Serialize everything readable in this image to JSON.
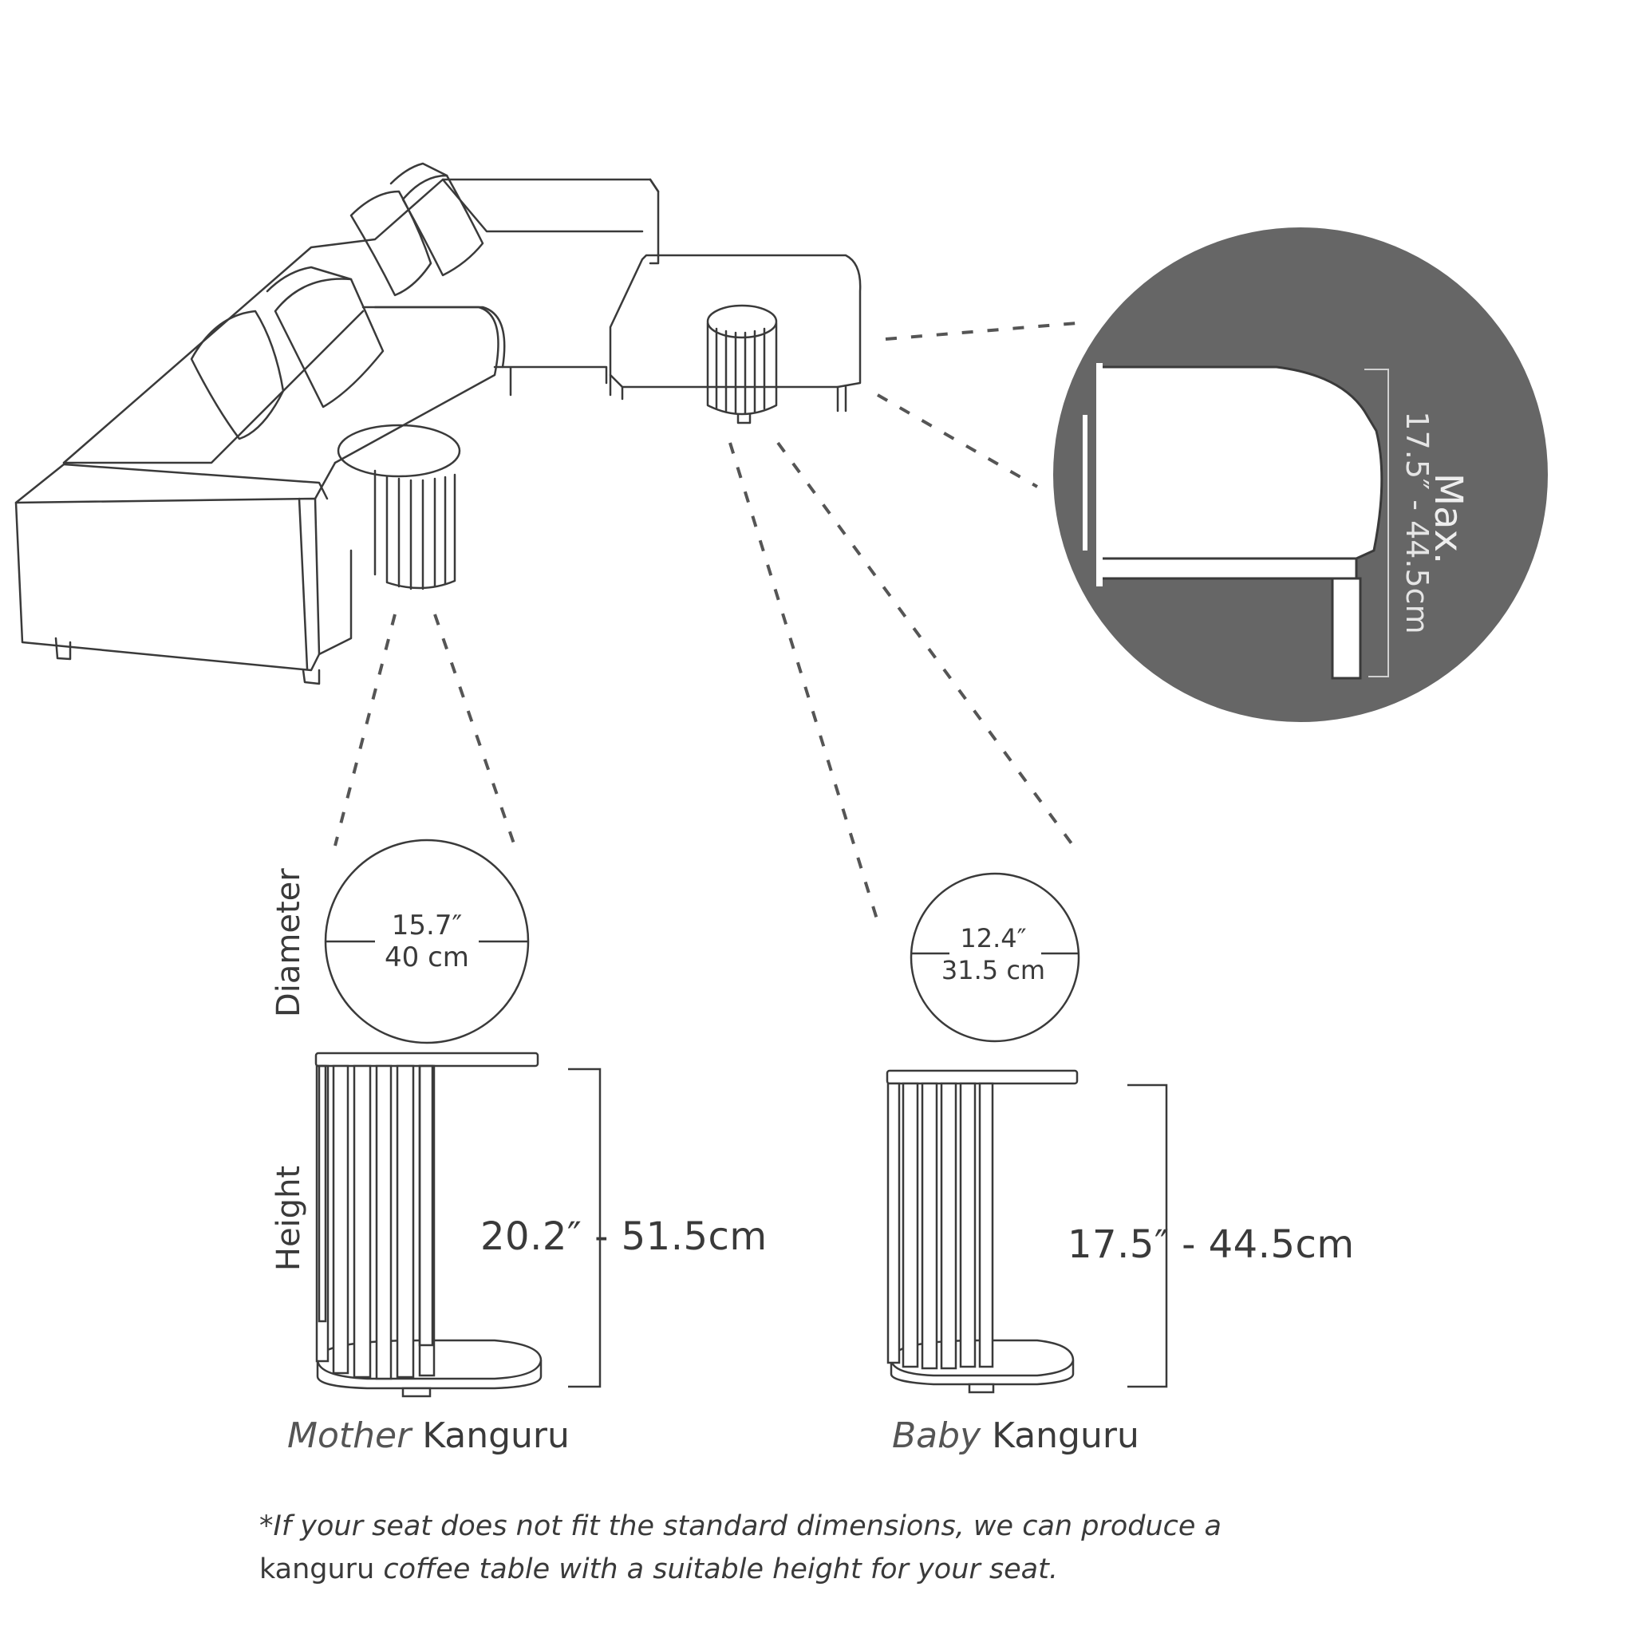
{
  "labels": {
    "diameter": "Diameter",
    "height": "Height"
  },
  "max_label": "Max.",
  "max_value": "17.5″ - 44.5cm",
  "mother": {
    "diameter_in": "15.7″",
    "diameter_cm": "40 cm",
    "height": "20.2″ - 51.5cm",
    "name_italic": "Mother",
    "name_brand": "Kanguru"
  },
  "baby": {
    "diameter_in": "12.4″",
    "diameter_cm": "31.5 cm",
    "height": "17.5″ - 44.5cm",
    "name_italic": "Baby",
    "name_brand": "Kanguru"
  },
  "note": {
    "line1": "*If your seat does not fit the standard dimensions, we can produce a",
    "brand": "kanguru",
    "line2": " coffee table with a suitable height for your seat."
  },
  "colors": {
    "line": "#3a3a3a",
    "magnifier_fill": "#666666",
    "magnifier_text": "#eeeeee"
  }
}
